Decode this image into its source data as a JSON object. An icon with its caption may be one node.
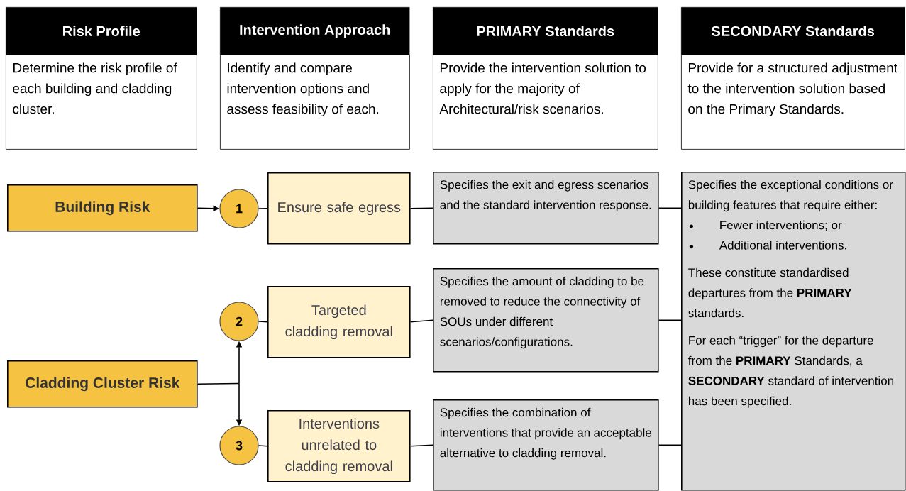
{
  "diagram": {
    "nodes": [
      {
        "text": [
          "Risk Profile"
        ]
      },
      {
        "text": [
          "Intervention Approach"
        ]
      },
      {
        "text": [
          "PRIMARY Standards"
        ]
      },
      {
        "text": [
          "SECONDARY Standards"
        ]
      },
      {
        "text": [
          "Determine the risk profile of each building and cladding cluster."
        ]
      },
      {
        "text": [
          "Identify and compare intervention options and assess feasibility of each."
        ]
      },
      {
        "text": [
          "Provide the intervention solution to apply for the majority of Architectural/risk scenarios."
        ]
      },
      {
        "text": [
          "Provide for a structured adjustment to the intervention solution based on the Primary Standards."
        ]
      },
      {
        "text": [
          "Building Risk"
        ]
      },
      {
        "text": [
          "Cladding Cluster Risk"
        ]
      },
      {
        "text": [
          "1"
        ]
      },
      {
        "text": [
          "2"
        ]
      },
      {
        "text": [
          "3"
        ]
      },
      {
        "text": [
          "Ensure safe egress"
        ]
      },
      {
        "text": [
          "Targeted cladding removal"
        ]
      },
      {
        "text": [
          "Interventions unrelated to cladding removal"
        ]
      },
      {
        "text": [
          "Specifies the exit and egress scenarios and the standard intervention response."
        ]
      },
      {
        "text": [
          "Specifies the amount of cladding to be removed to reduce the connectivity of SOUs under different scenarios/configurations."
        ]
      },
      {
        "text": [
          "Specifies the combination of interventions that provide an acceptable alternative to cladding removal."
        ]
      },
      {
        "text": [
          "Specifies the exceptional conditions or building features that require either:",
          "Fewer interventions; or",
          "Additional interventions.",
          "These constitute standardised departures from the **PRIMARY** standards.",
          "For each “trigger” for the departure from the **PRIMARY** Standards, a **SECONDARY** standard of intervention has been specified."
        ]
      }
    ],
    "edges": [
      {
        "from": 8,
        "to": 10,
        "arrow": "to"
      },
      {
        "from": 9,
        "to": 11,
        "arrow": "to"
      },
      {
        "from": 9,
        "to": 12,
        "arrow": "to"
      },
      {
        "from": 10,
        "to": 13,
        "arrow": "none"
      },
      {
        "from": 11,
        "to": 14,
        "arrow": "none"
      },
      {
        "from": 12,
        "to": 15,
        "arrow": "none"
      },
      {
        "from": 13,
        "to": 16,
        "arrow": "none"
      },
      {
        "from": 14,
        "to": 17,
        "arrow": "none"
      },
      {
        "from": 15,
        "to": 18,
        "arrow": "none"
      },
      {
        "from": 16,
        "to": 19,
        "arrow": "none"
      },
      {
        "from": 17,
        "to": 19,
        "arrow": "none"
      },
      {
        "from": 18,
        "to": 19,
        "arrow": "none"
      }
    ]
  }
}
